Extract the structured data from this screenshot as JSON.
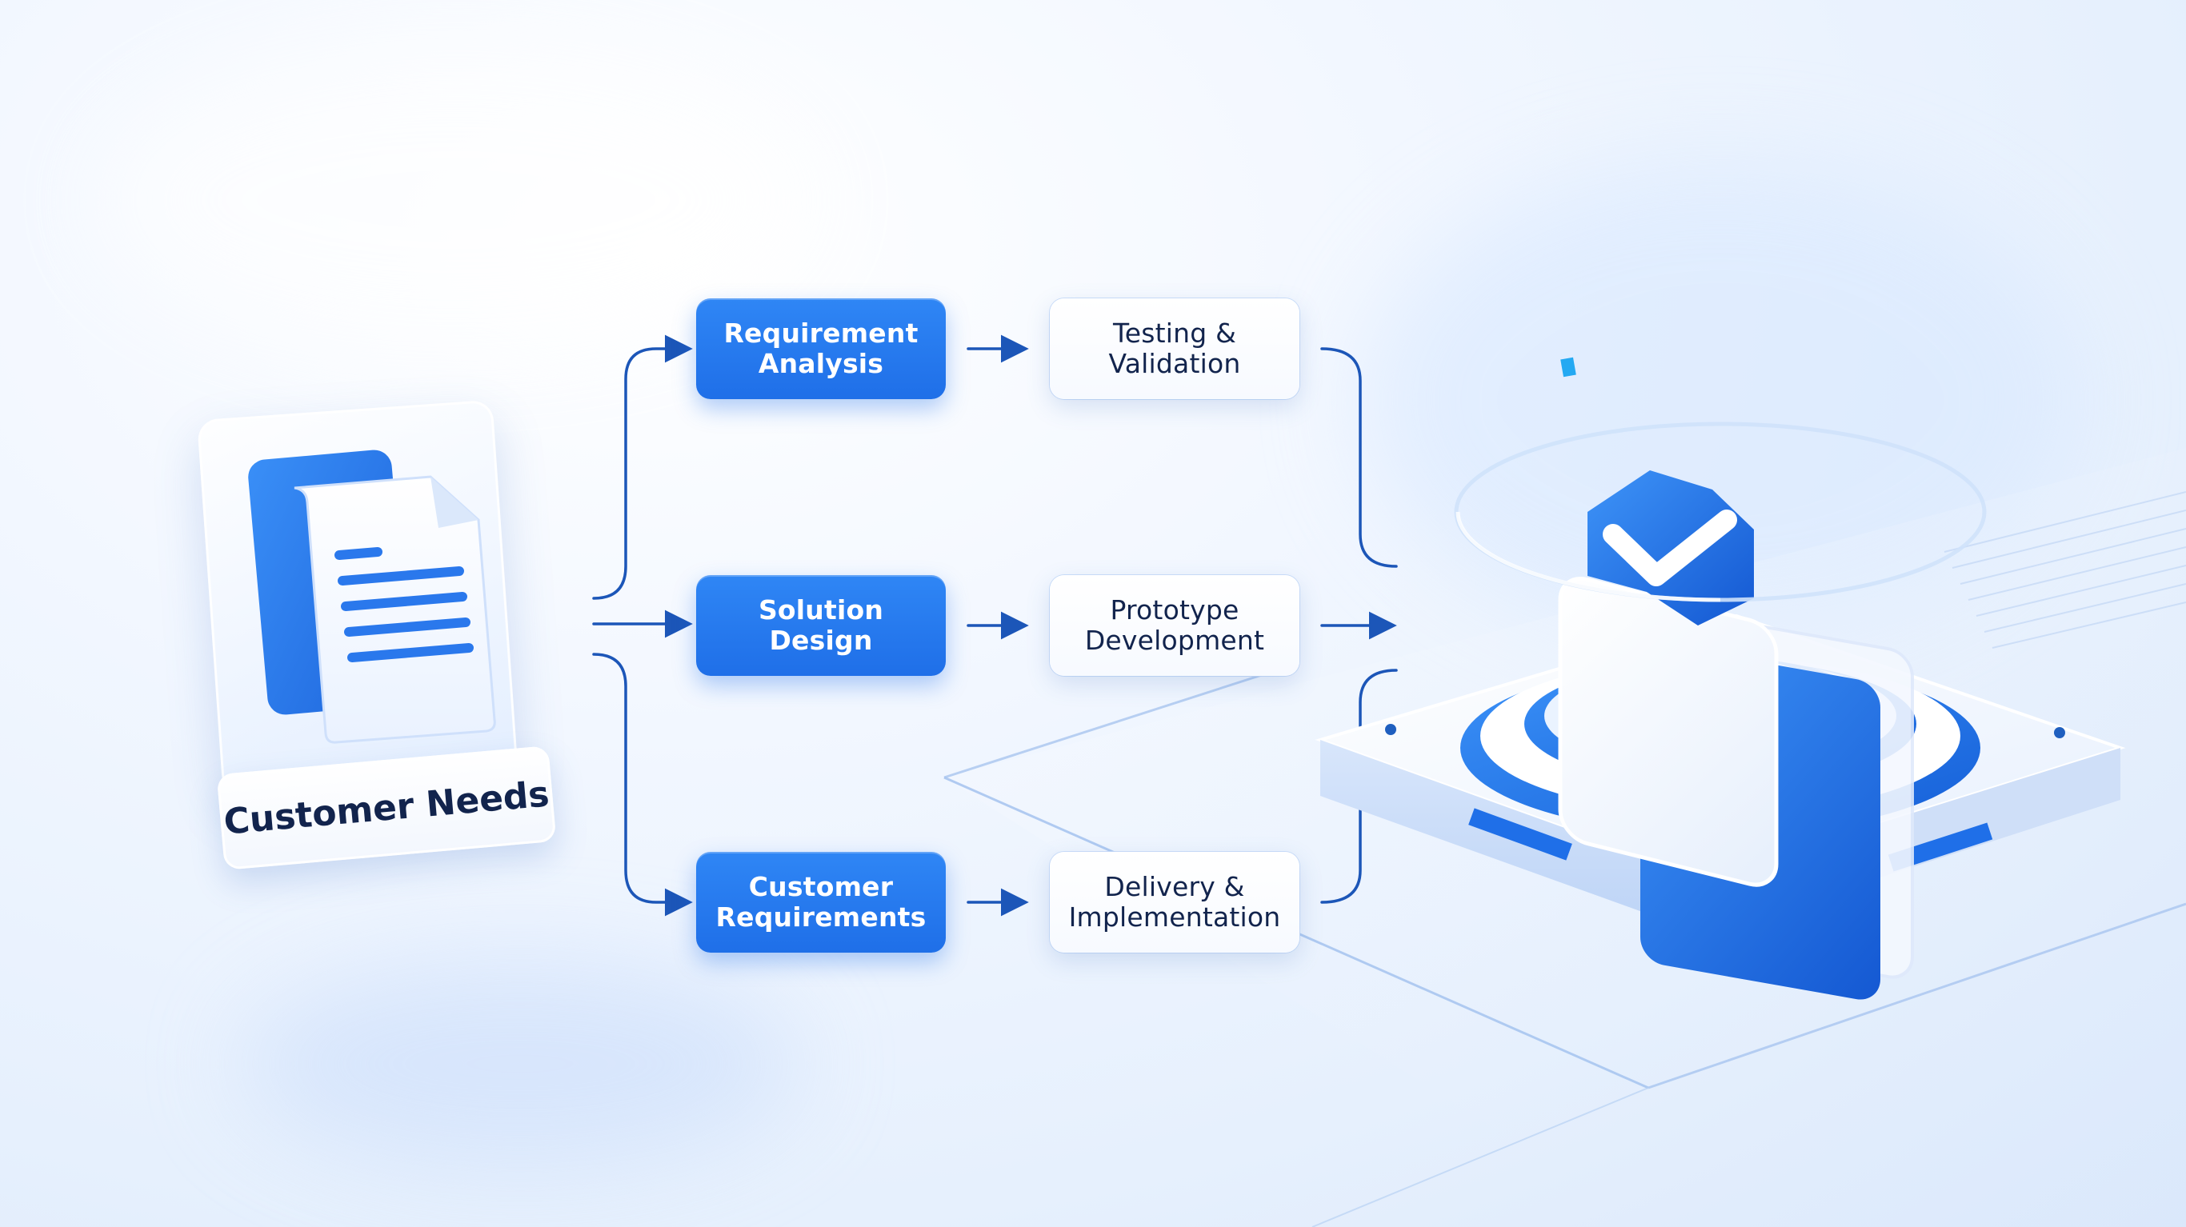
{
  "diagram": {
    "source_label": "Customer Needs",
    "stage_one": [
      {
        "label": "Requirement\nAnalysis"
      },
      {
        "label": "Solution\nDesign"
      },
      {
        "label": "Customer\nRequirements"
      }
    ],
    "stage_two": [
      {
        "label": "Testing &\nValidation"
      },
      {
        "label": "Prototype\nDevelopment"
      },
      {
        "label": "Delivery &\nImplementation"
      }
    ]
  },
  "colors": {
    "accent": "#1f6fe8",
    "accent_light": "#2f86f5",
    "connector": "#1c56b8",
    "text_dark": "#12244d"
  },
  "icons": {
    "source": "document-icon",
    "result": "shield-check-icon"
  }
}
